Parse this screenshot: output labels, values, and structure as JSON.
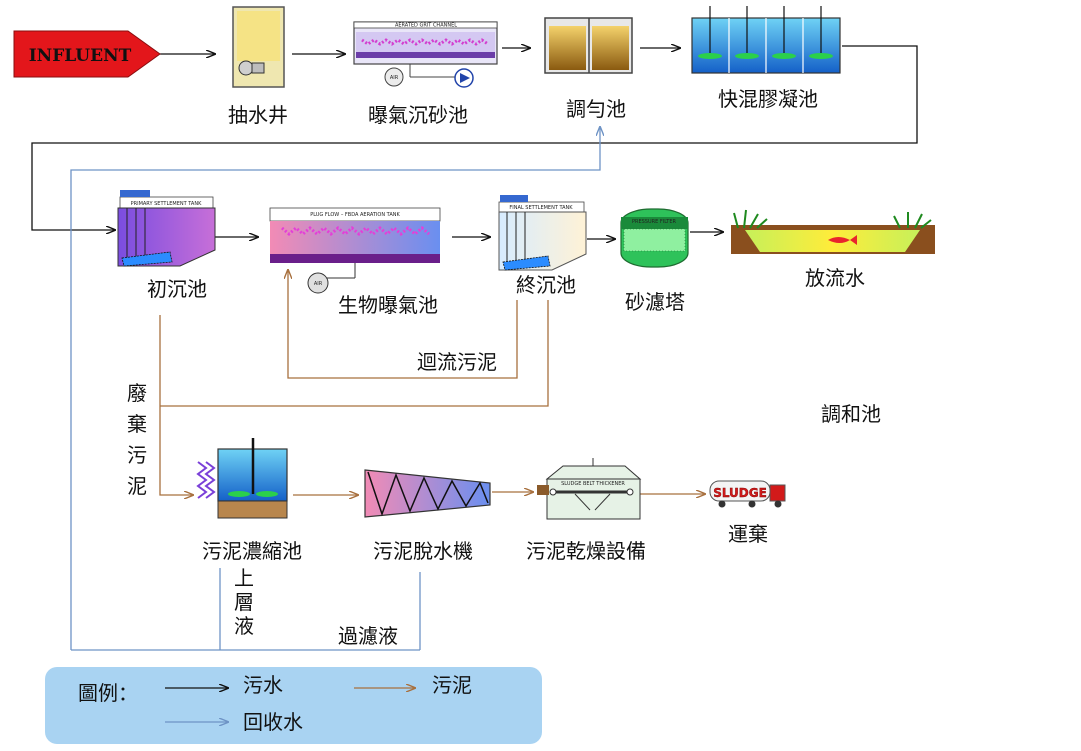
{
  "colors": {
    "sewage_line": "#111111",
    "sludge_line": "#a8703e",
    "reuse_line": "#6e93c5",
    "legend_bg": "#a9d3f2",
    "influent_fill": "#e3161b"
  },
  "influent": {
    "label": "INFLUENT"
  },
  "units": {
    "pump_well": "抽水井",
    "aerated_grit": "曝氣沉砂池",
    "equalization": "調勻池",
    "flocculation": "快混膠凝池",
    "primary_settling": "初沉池",
    "bio_aeration": "生物曝氣池",
    "final_settling": "終沉池",
    "sand_filter": "砂濾塔",
    "discharge": "放流水",
    "thickener": "污泥濃縮池",
    "dewatering": "污泥脫水機",
    "drying": "污泥乾燥設備",
    "transport": "運棄"
  },
  "equipment_text": {
    "grit_channel": "AERATED GRIT CHANNEL",
    "primary_tank": "PRIMARY SETTLEMENT TANK",
    "aeration_tank": "PLUG FLOW – FBDA AERATION TANK",
    "final_tank": "FINAL SETTLEMENT TANK",
    "filter": "PRESSURE FILTER",
    "dryer": "SLUDGE BELT THICKENER",
    "air_unit": "AIR",
    "truck": "SLUDGE"
  },
  "flow_labels": {
    "return_sludge": "迴流污泥",
    "waste_sludge": [
      "廢",
      "棄",
      "污",
      "泥"
    ],
    "supernatant": [
      "上",
      "層",
      "液"
    ],
    "filtrate": "過濾液",
    "stray": "調和池"
  },
  "legend": {
    "title": "圖例：",
    "sewage": "污水",
    "sludge": "污泥",
    "reuse": "回收水"
  }
}
